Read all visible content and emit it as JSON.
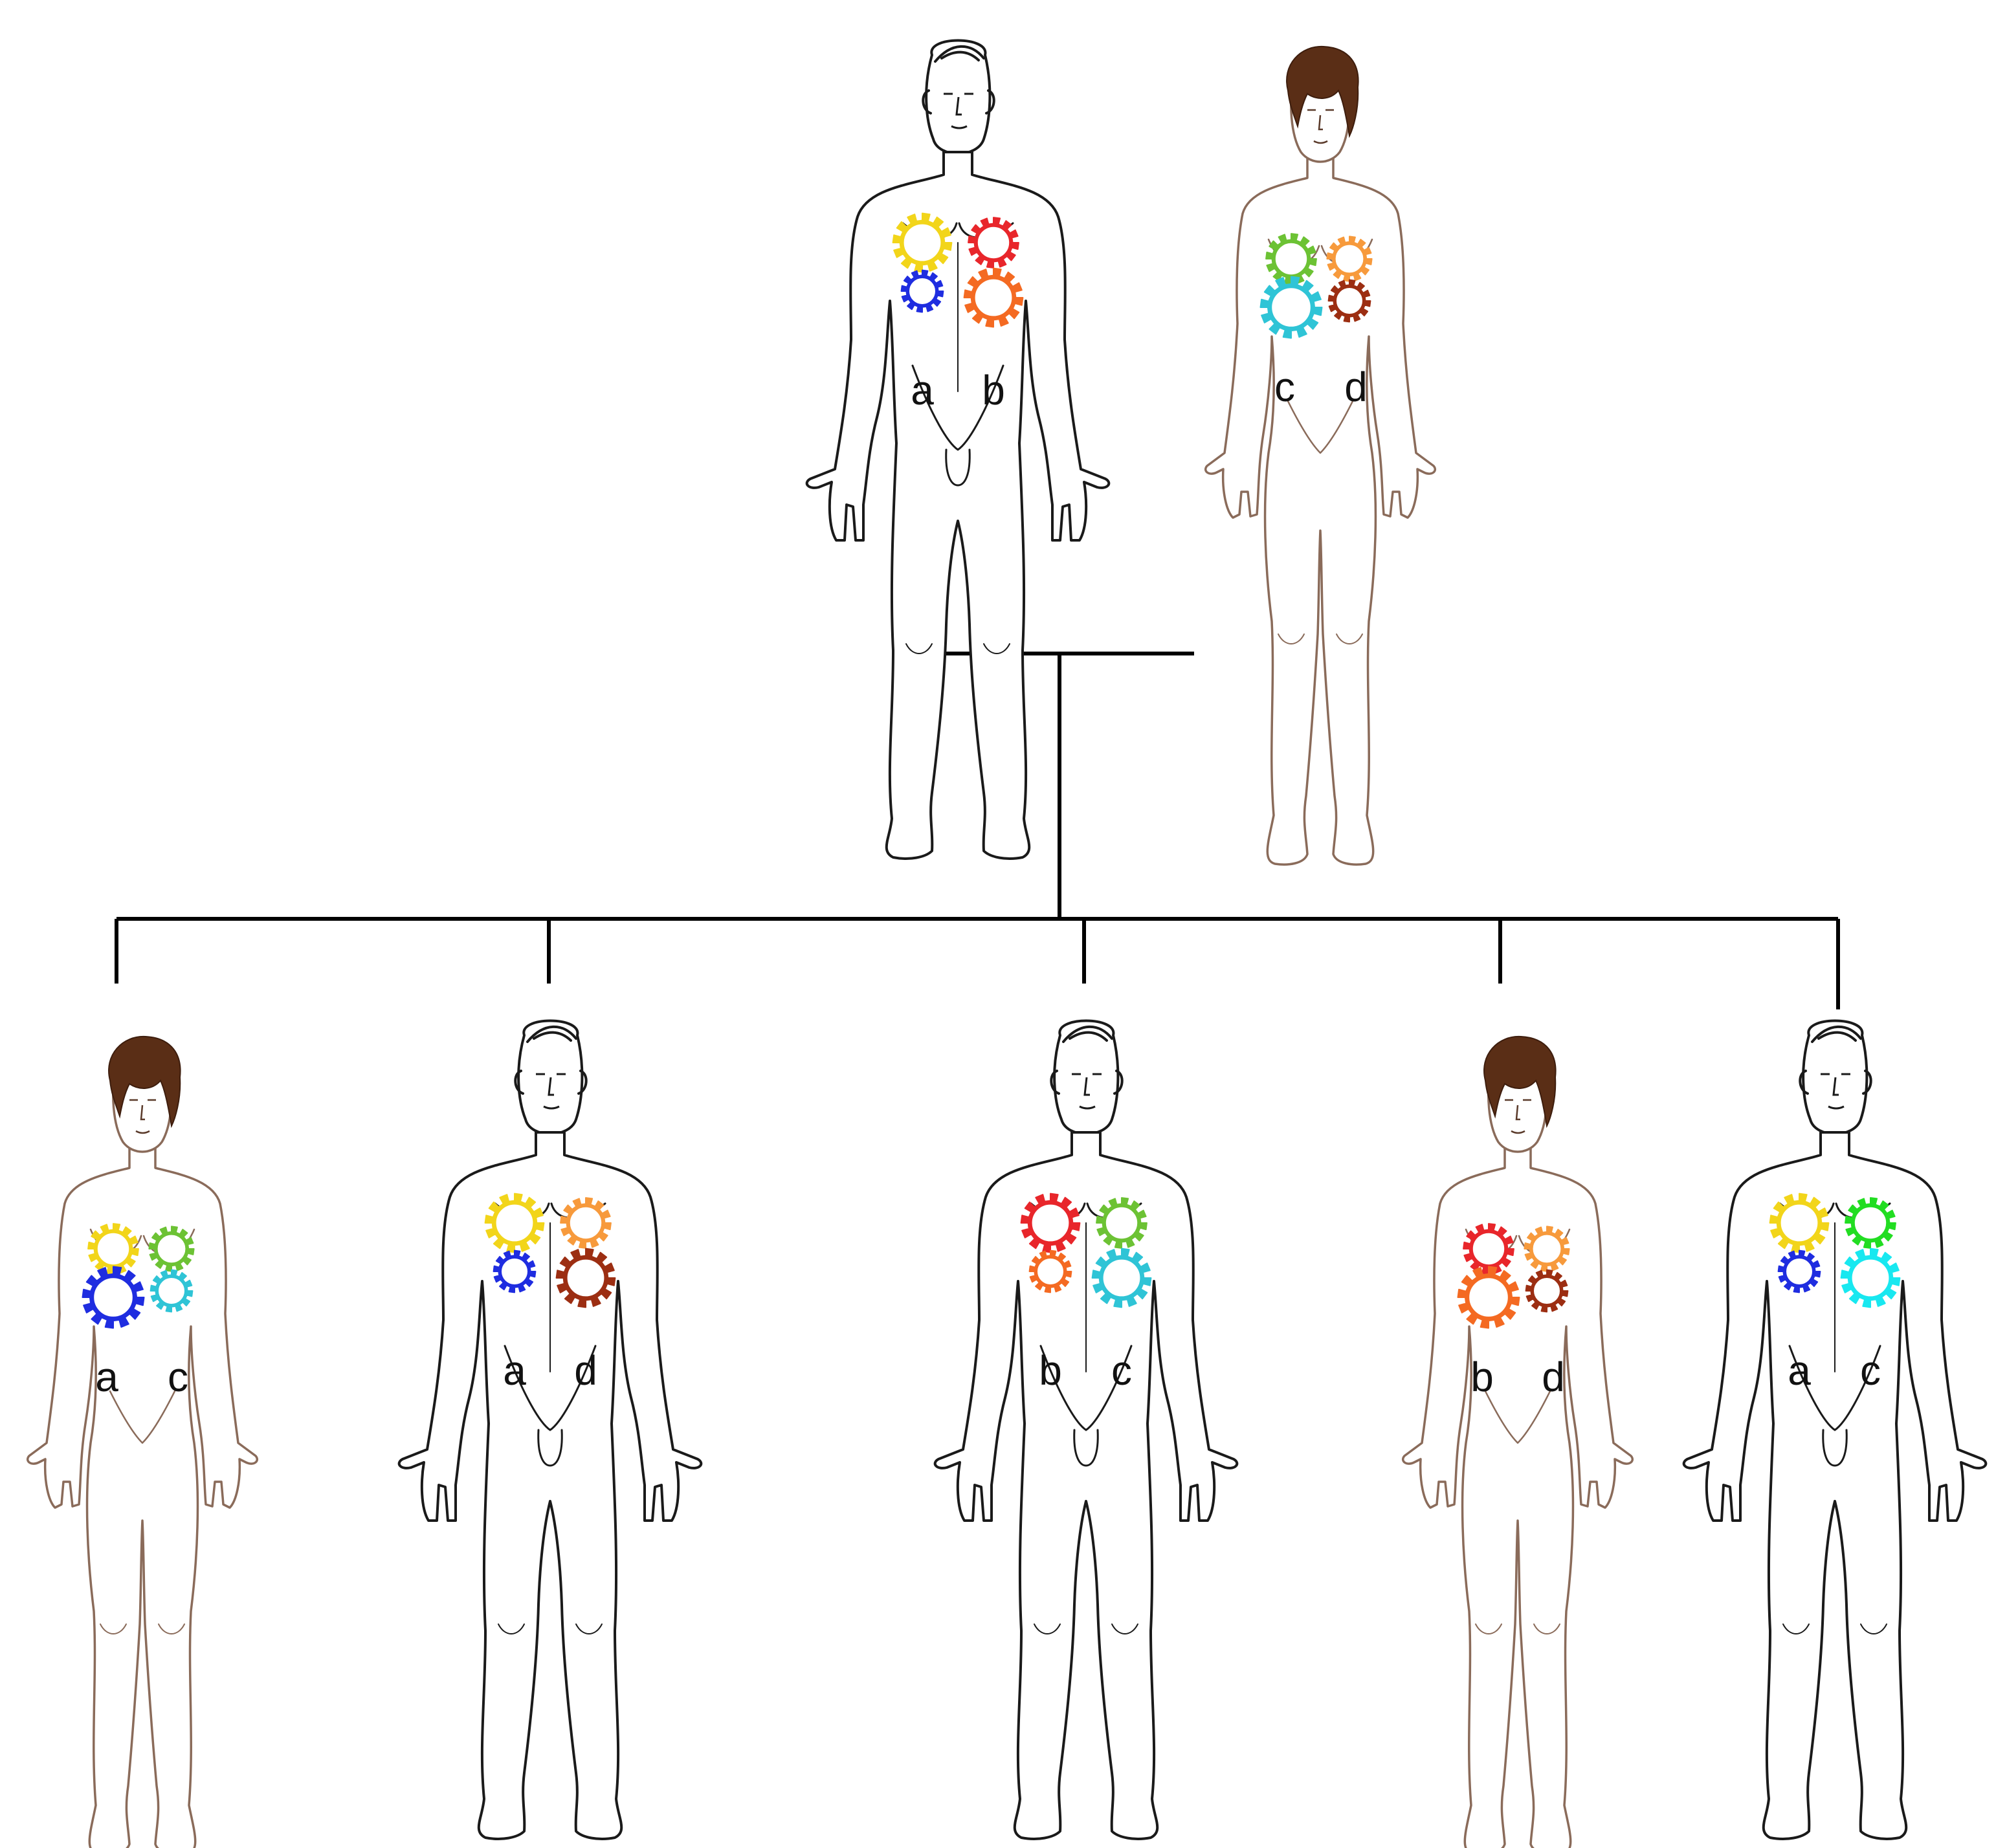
{
  "colors": {
    "line": "#000000",
    "male_outline": "#1a1a1a",
    "female_outline": "#8a6b5a",
    "female_hair": "#5a2e16",
    "skin": "#ffffff",
    "gear_yellow": "#f2d51a",
    "gear_blue": "#1f2de0",
    "gear_red": "#e8262b",
    "gear_orange": "#f46a22",
    "gear_green": "#6cc234",
    "gear_light_orange": "#f79a3c",
    "gear_cyan": "#2fc4d6",
    "gear_brown": "#9c2e12",
    "gear_bright_green": "#22dd22",
    "gear_bright_cyan": "#18e8f0"
  },
  "parents": [
    {
      "sex": "male",
      "alleles": [
        "a",
        "b"
      ],
      "gears": [
        {
          "color": "gear_yellow",
          "icon": "gear-icon-yellow"
        },
        {
          "color": "gear_red",
          "icon": "gear-icon-red"
        },
        {
          "color": "gear_blue",
          "icon": "gear-icon-blue"
        },
        {
          "color": "gear_orange",
          "icon": "gear-icon-orange"
        }
      ]
    },
    {
      "sex": "female",
      "alleles": [
        "c",
        "d"
      ],
      "gears": [
        {
          "color": "gear_green",
          "icon": "gear-icon-green"
        },
        {
          "color": "gear_light_orange",
          "icon": "gear-icon-light-orange"
        },
        {
          "color": "gear_cyan",
          "icon": "gear-icon-cyan"
        },
        {
          "color": "gear_brown",
          "icon": "gear-icon-brown"
        }
      ]
    }
  ],
  "children": [
    {
      "sex": "female",
      "alleles": [
        "a",
        "c"
      ],
      "gears": [
        {
          "color": "gear_yellow",
          "icon": "gear-icon-yellow"
        },
        {
          "color": "gear_green",
          "icon": "gear-icon-green"
        },
        {
          "color": "gear_blue",
          "icon": "gear-icon-blue"
        },
        {
          "color": "gear_cyan",
          "icon": "gear-icon-cyan"
        }
      ]
    },
    {
      "sex": "male",
      "alleles": [
        "a",
        "d"
      ],
      "gears": [
        {
          "color": "gear_yellow",
          "icon": "gear-icon-yellow"
        },
        {
          "color": "gear_light_orange",
          "icon": "gear-icon-light-orange"
        },
        {
          "color": "gear_blue",
          "icon": "gear-icon-blue"
        },
        {
          "color": "gear_brown",
          "icon": "gear-icon-brown"
        }
      ]
    },
    {
      "sex": "male",
      "alleles": [
        "b",
        "c"
      ],
      "gears": [
        {
          "color": "gear_red",
          "icon": "gear-icon-red"
        },
        {
          "color": "gear_green",
          "icon": "gear-icon-green"
        },
        {
          "color": "gear_orange",
          "icon": "gear-icon-orange"
        },
        {
          "color": "gear_cyan",
          "icon": "gear-icon-cyan"
        }
      ]
    },
    {
      "sex": "female",
      "alleles": [
        "b",
        "d"
      ],
      "gears": [
        {
          "color": "gear_red",
          "icon": "gear-icon-red"
        },
        {
          "color": "gear_light_orange",
          "icon": "gear-icon-light-orange"
        },
        {
          "color": "gear_orange",
          "icon": "gear-icon-orange"
        },
        {
          "color": "gear_brown",
          "icon": "gear-icon-brown"
        }
      ]
    },
    {
      "sex": "male",
      "alleles": [
        "a",
        "c"
      ],
      "gears": [
        {
          "color": "gear_yellow",
          "icon": "gear-icon-yellow"
        },
        {
          "color": "gear_bright_green",
          "icon": "gear-icon-bright-green"
        },
        {
          "color": "gear_blue",
          "icon": "gear-icon-blue"
        },
        {
          "color": "gear_bright_cyan",
          "icon": "gear-icon-bright-cyan"
        }
      ]
    }
  ]
}
